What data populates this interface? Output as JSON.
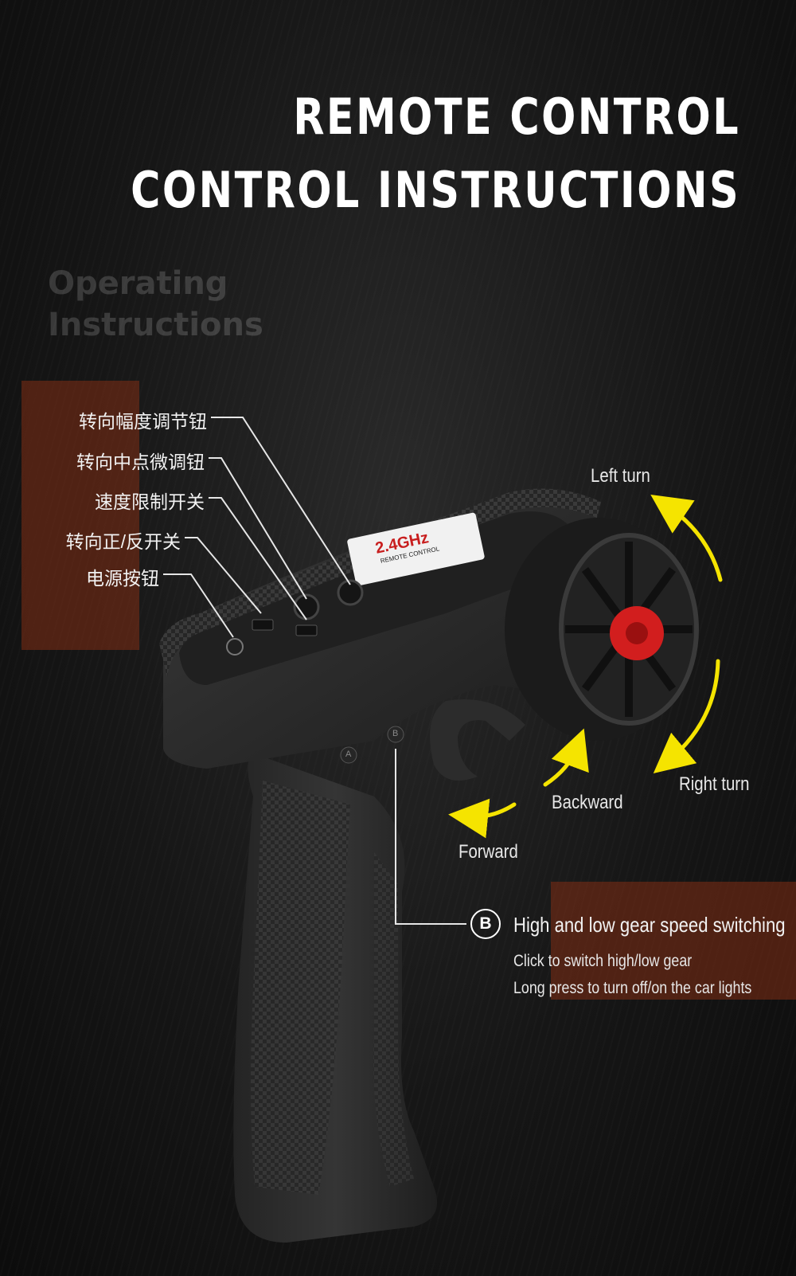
{
  "header": {
    "title_line1": "REMOTE CONTROL",
    "title_line2": "CONTROL INSTRUCTIONS"
  },
  "subtitle": "Operating Instructions",
  "callouts": [
    {
      "label": "转向幅度调节钮"
    },
    {
      "label": "转向中点微调钮"
    },
    {
      "label": "速度限制开关"
    },
    {
      "label": "转向正/反开关"
    },
    {
      "label": "电源按钮"
    }
  ],
  "directions": {
    "left_turn": "Left turn",
    "right_turn": "Right turn",
    "backward": "Backward",
    "forward": "Forward"
  },
  "controller": {
    "screen_text": "2.4GHz",
    "screen_subtext": "REMOTE CONTROL",
    "button_a": "A",
    "button_b": "B"
  },
  "gear_button": {
    "badge": "B",
    "title": "High and low gear speed switching",
    "lines": [
      "Click to switch high/low gear",
      "Long press to turn off/on the car lights"
    ]
  },
  "colors": {
    "accent_arrow": "#f5e400",
    "panel": "#822e14",
    "wheel_hub": "#d21e1e"
  }
}
